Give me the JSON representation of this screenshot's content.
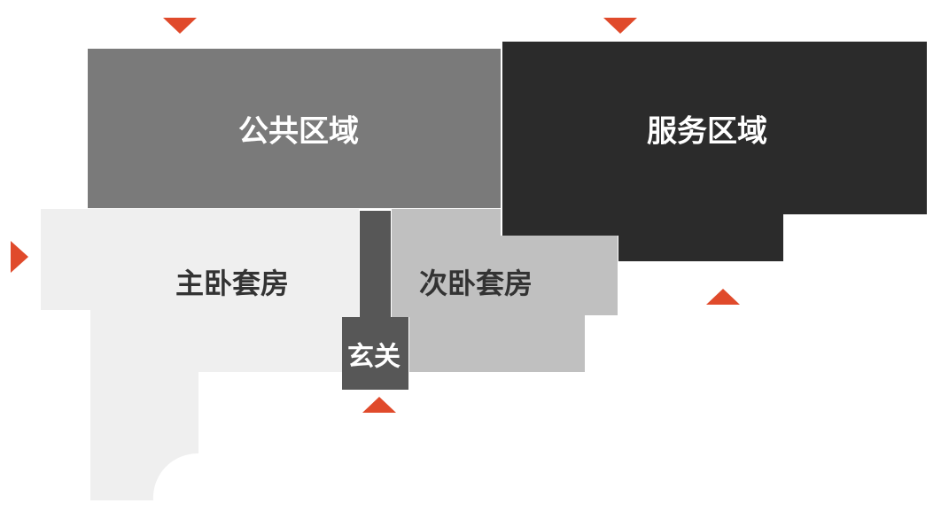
{
  "zones": {
    "public": {
      "label": "公共区域",
      "color": "#7a7a7a",
      "text_color": "#ffffff"
    },
    "service": {
      "label": "服务区域",
      "color": "#2b2b2b",
      "text_color": "#ffffff"
    },
    "master_suite": {
      "label": "主卧套房",
      "color": "#efefef",
      "text_color": "#333333"
    },
    "secondary_suite": {
      "label": "次卧套房",
      "color": "#c0c0c0",
      "text_color": "#333333"
    },
    "entrance": {
      "label": "玄关",
      "color": "#575757",
      "text_color": "#ffffff"
    }
  },
  "entry_markers": {
    "color": "#e04a2b",
    "markers": [
      {
        "name": "entry-marker-top-public",
        "direction": "down"
      },
      {
        "name": "entry-marker-top-service",
        "direction": "down"
      },
      {
        "name": "entry-marker-left-master",
        "direction": "right"
      },
      {
        "name": "entry-marker-bottom-service",
        "direction": "up"
      },
      {
        "name": "entry-marker-bottom-entrance",
        "direction": "up"
      }
    ]
  }
}
